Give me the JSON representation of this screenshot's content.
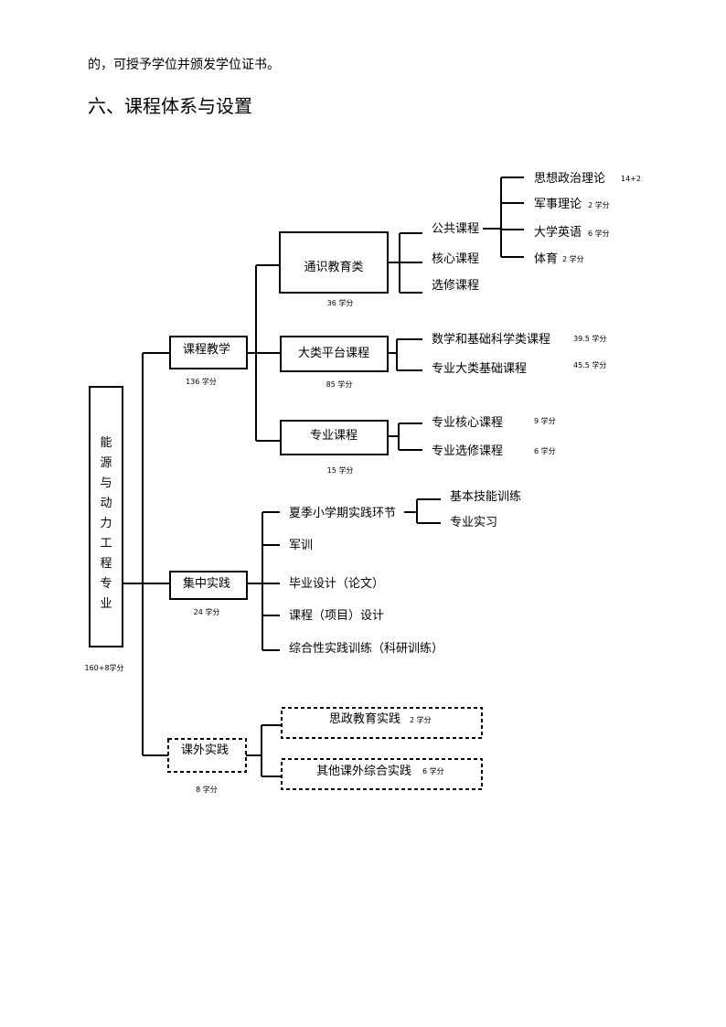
{
  "intro_text": "的，可授予学位并颁发学位证书。",
  "section_heading": "六、课程体系与设置",
  "diagram": {
    "root": {
      "label": "能源与动力工程专业",
      "credits": "160+8学分"
    },
    "branches": {
      "teaching": {
        "label": "课程教学",
        "credits": "136 学分",
        "general": {
          "label": "通识教育类",
          "credits": "36 学分",
          "items": [
            "公共课程",
            "核心课程",
            "选修课程"
          ],
          "public_items": [
            {
              "label": "思想政治理论",
              "credits": "14+2"
            },
            {
              "label": "军事理论",
              "credits": "2 学分"
            },
            {
              "label": "大学英语",
              "credits": "6 学分"
            },
            {
              "label": "体育",
              "credits": "2 学分"
            }
          ]
        },
        "platform": {
          "label": "大类平台课程",
          "credits": "85 学分",
          "items": [
            {
              "label": "数学和基础科学类课程",
              "credits": "39.5 学分"
            },
            {
              "label": "专业大类基础课程",
              "credits": "45.5 学分"
            }
          ]
        },
        "major": {
          "label": "专业课程",
          "credits": "15 学分",
          "items": [
            {
              "label": "专业核心课程",
              "credits": "9 学分"
            },
            {
              "label": "专业选修课程",
              "credits": "6 学分"
            }
          ]
        }
      },
      "practice": {
        "label": "集中实践",
        "credits": "24 学分",
        "items": [
          "夏季小学期实践环节",
          "军训",
          "毕业设计（论文）",
          "课程（项目）设计",
          "综合性实践训练（科研训练）"
        ],
        "summer_items": [
          "基本技能训练",
          "专业实习"
        ]
      },
      "extracurricular": {
        "label": "课外实践",
        "credits": "8 学分",
        "items": [
          {
            "label": "思政教育实践",
            "credits": "2 学分"
          },
          {
            "label": "其他课外综合实践",
            "credits": "6 学分"
          }
        ]
      }
    }
  }
}
